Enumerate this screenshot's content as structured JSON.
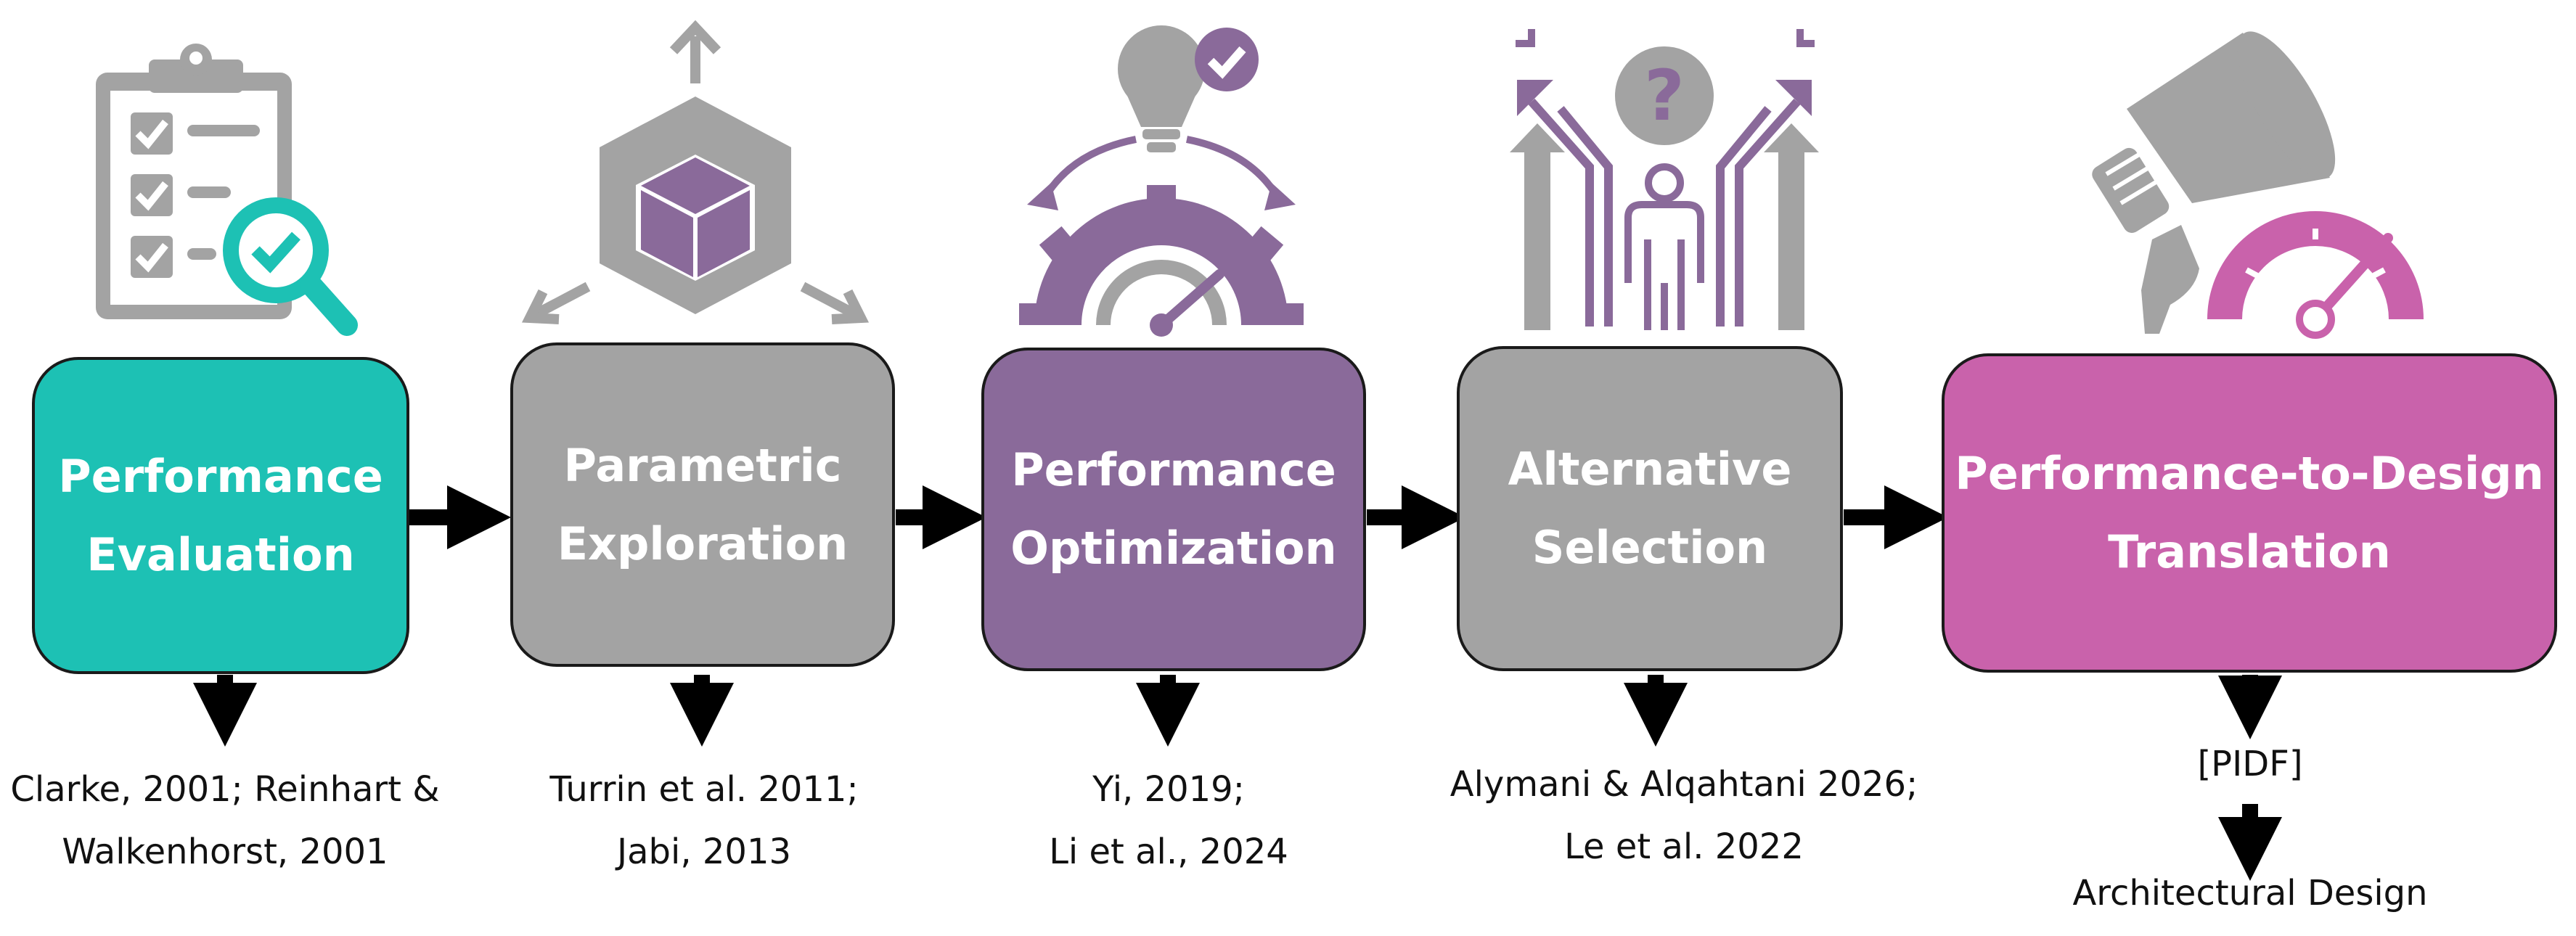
{
  "colors": {
    "teal": "#1dc1b4",
    "gray": "#a3a3a3",
    "purple": "#8a6a9a",
    "magenta": "#c962ab",
    "arrow": "#000000"
  },
  "steps": [
    {
      "icon": "clipboard-checklist-magnifier-icon",
      "color": "#1dc1b4",
      "title_lines": [
        "Performance",
        "Evaluation"
      ],
      "refs": [
        "Clarke, 2001; Reinhart &",
        "Walkenhorst, 2001"
      ]
    },
    {
      "icon": "parametric-cube-arrows-icon",
      "color": "#a3a3a3",
      "title_lines": [
        "Parametric",
        "Exploration"
      ],
      "refs": [
        "Turrin et al. 2011;",
        "Jabi, 2013"
      ]
    },
    {
      "icon": "lightbulb-gear-gauge-icon",
      "color": "#8a6a9a",
      "title_lines": [
        "Performance",
        "Optimization"
      ],
      "refs": [
        "Yi, 2019;",
        "Li et al., 2024"
      ]
    },
    {
      "icon": "person-question-crossroads-icon",
      "color": "#a3a3a3",
      "title_lines": [
        "Alternative",
        "Selection"
      ],
      "refs": [
        "Alymani & Alqahtani  2026;",
        "Le et al.  2022"
      ]
    },
    {
      "icon": "megaphone-gauge-icon",
      "color": "#c962ab",
      "title_lines": [
        "Performance-to-Design",
        "Translation"
      ],
      "refs": [
        "[PIDF]"
      ],
      "final_output": "Architectural Design"
    }
  ]
}
